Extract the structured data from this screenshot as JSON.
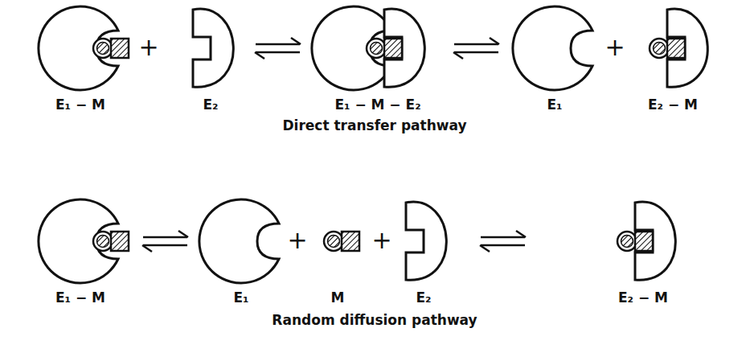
{
  "diagram": {
    "labels": [
      "E₁ − M",
      "+",
      "E₂",
      "E₁ − M − E₂",
      "E₁",
      "+",
      "E₂ − M",
      "Direct transfer pathway",
      "E₁ − M",
      "E₁",
      "+",
      "M",
      "+",
      "E₂",
      "E₂ − M",
      "Random diffusion pathway"
    ]
  }
}
